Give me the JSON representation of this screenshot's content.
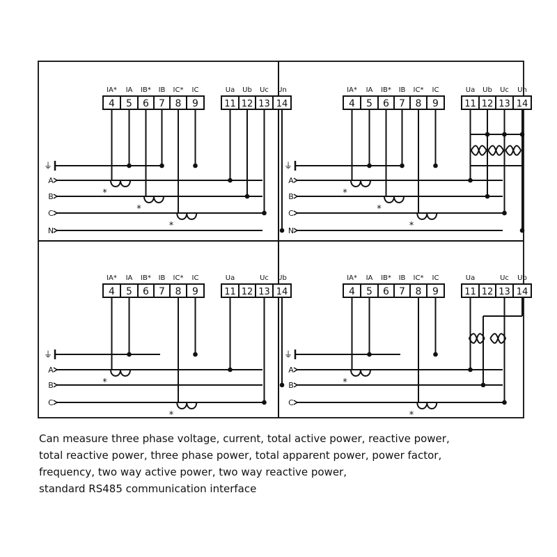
{
  "panels": [
    {
      "id": "tl",
      "current_labels": [
        "IA*",
        "IA",
        "IB*",
        "IB",
        "IC*",
        "IC"
      ],
      "current_terminals": [
        "4",
        "5",
        "6",
        "7",
        "8",
        "9"
      ],
      "voltage_labels": [
        "Ua",
        "Ub",
        "Uc",
        "Un"
      ],
      "voltage_terminals": [
        "11",
        "12",
        "13",
        "14"
      ],
      "lines": [
        "A",
        "B",
        "C",
        "N"
      ]
    },
    {
      "id": "tr",
      "current_labels": [
        "IA*",
        "IA",
        "IB*",
        "IB",
        "IC*",
        "IC"
      ],
      "current_terminals": [
        "4",
        "5",
        "6",
        "7",
        "8",
        "9"
      ],
      "voltage_labels": [
        "Ua",
        "Ub",
        "Uc",
        "Un"
      ],
      "voltage_terminals": [
        "11",
        "12",
        "13",
        "14"
      ],
      "lines": [
        "A",
        "B",
        "C",
        "N"
      ]
    },
    {
      "id": "bl",
      "current_labels": [
        "IA*",
        "IA",
        "IB*",
        "IB",
        "IC*",
        "IC"
      ],
      "current_terminals": [
        "4",
        "5",
        "6",
        "7",
        "8",
        "9"
      ],
      "voltage_labels": [
        "Ua",
        "Uc",
        "Ub"
      ],
      "voltage_terminals": [
        "11",
        "12",
        "13",
        "14"
      ],
      "lines": [
        "A",
        "B",
        "C"
      ]
    },
    {
      "id": "br",
      "current_labels": [
        "IA*",
        "IA",
        "IB*",
        "IB",
        "IC*",
        "IC"
      ],
      "current_terminals": [
        "4",
        "5",
        "6",
        "7",
        "8",
        "9"
      ],
      "voltage_labels": [
        "Ua",
        "Uc",
        "Ub"
      ],
      "voltage_terminals": [
        "11",
        "12",
        "13",
        "14"
      ],
      "lines": [
        "A",
        "B",
        "C"
      ]
    }
  ],
  "ct_marker": "*",
  "caption": [
    "Can measure three phase voltage, current, total active power, reactive power,",
    "total reactive power, three phase power, total apparent power, power factor,",
    "frequency, two way active power, two way reactive power,",
    "standard RS485 communication interface"
  ]
}
